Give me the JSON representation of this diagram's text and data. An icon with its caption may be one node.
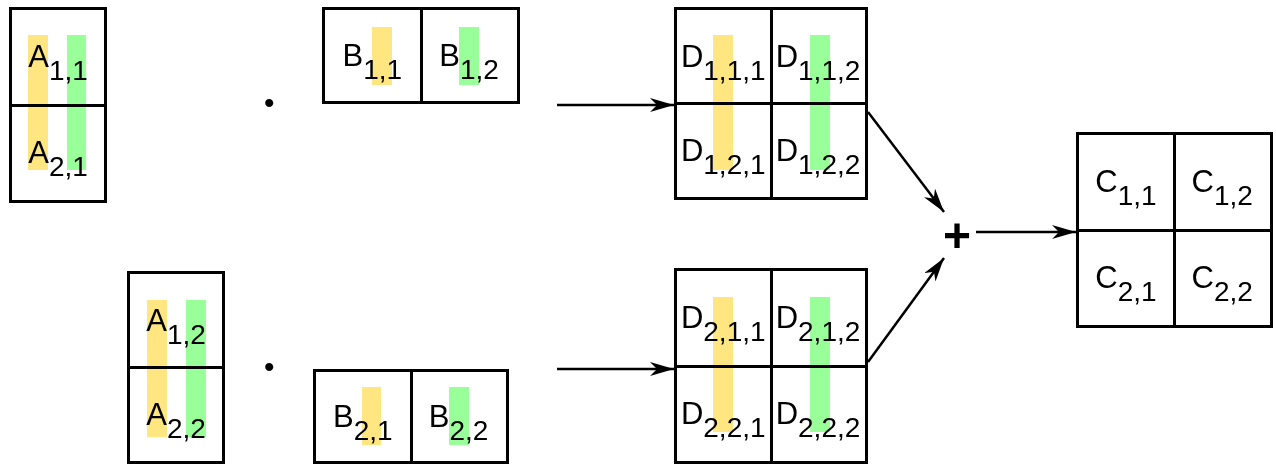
{
  "diagram": {
    "nodes": [
      {
        "text": [],
        "shape": "box"
      },
      {
        "text": [
          "A$_{1,1}$"
        ],
        "in": 0
      },
      {
        "text": [
          "A$_{2,1}$"
        ],
        "in": 0
      },
      {
        "text": [],
        "shape": "box"
      },
      {
        "text": [
          "B$_{1,1}$"
        ],
        "in": 3
      },
      {
        "text": [
          "B$_{1,2}$"
        ],
        "in": 3
      },
      {
        "text": [],
        "shape": "box"
      },
      {
        "text": [
          "D$_{1,1,1}$"
        ],
        "in": 6
      },
      {
        "text": [
          "D$_{1,1,2}$"
        ],
        "in": 6
      },
      {
        "text": [
          "D$_{1,2,1}$"
        ],
        "in": 6
      },
      {
        "text": [
          "D$_{1,2,2}$"
        ],
        "in": 6
      },
      {
        "text": [],
        "shape": "box"
      },
      {
        "text": [
          "A$_{1,2}$"
        ],
        "in": 11
      },
      {
        "text": [
          "A$_{2,2}$"
        ],
        "in": 11
      },
      {
        "text": [],
        "shape": "box"
      },
      {
        "text": [
          "B$_{2,1}$"
        ],
        "in": 14
      },
      {
        "text": [
          "B$_{2,2}$"
        ],
        "in": 14
      },
      {
        "text": [],
        "shape": "box"
      },
      {
        "text": [
          "D$_{2,1,1}$"
        ],
        "in": 17
      },
      {
        "text": [
          "D$_{2,1,2}$"
        ],
        "in": 17
      },
      {
        "text": [
          "D$_{2,2,1}$"
        ],
        "in": 17
      },
      {
        "text": [
          "D$_{2,2,2}$"
        ],
        "in": 17
      },
      {
        "text": [
          "+"
        ]
      },
      {
        "text": [],
        "shape": "box"
      },
      {
        "text": [
          "C$_{1,1}$"
        ],
        "in": 23
      },
      {
        "text": [
          "C$_{1,2}$"
        ],
        "in": 23
      },
      {
        "text": [
          "C$_{2,1}$"
        ],
        "in": 23
      },
      {
        "text": [
          "C$_{2,2}$"
        ],
        "in": 23
      }
    ],
    "edges": [
      {
        "from": null,
        "to": 6,
        "arrow": "to"
      },
      {
        "from": null,
        "to": 17,
        "arrow": "to"
      },
      {
        "from": 6,
        "to": 22,
        "arrow": "to"
      },
      {
        "from": 17,
        "to": 22,
        "arrow": "to"
      },
      {
        "from": 22,
        "to": 23,
        "arrow": "to"
      }
    ],
    "labels": [
      "•",
      "•"
    ]
  }
}
